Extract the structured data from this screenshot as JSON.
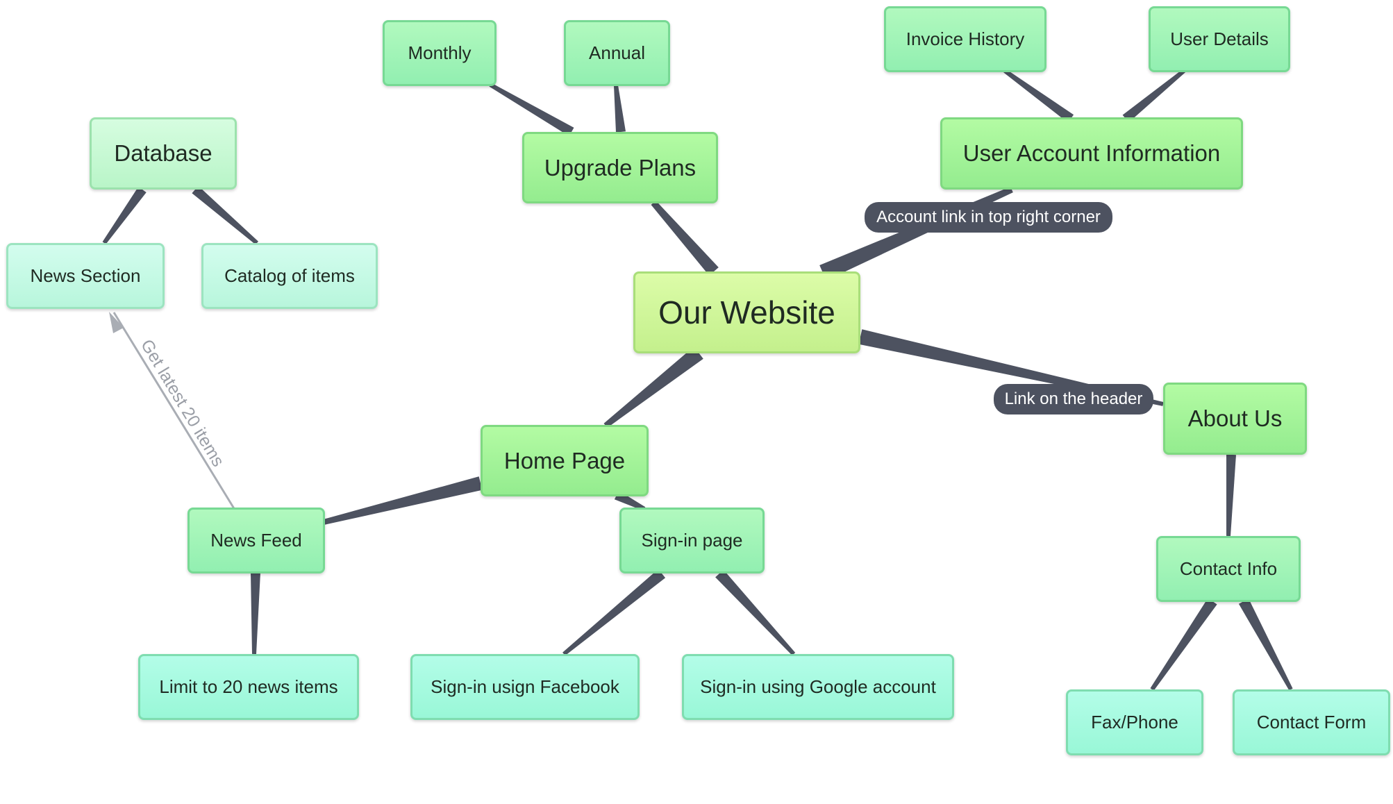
{
  "colors": {
    "connector": "#4d5260",
    "relation_arrow": "#a9adb4",
    "label_bg": "#4d5260",
    "root_fill": "#cdf596",
    "level1_fill": "#a2f398",
    "level2_fill": "#9ff3b6",
    "level3_fill": "#a2fadf"
  },
  "topics": {
    "root": "Our Website",
    "upgrade_plans": "Upgrade Plans",
    "monthly": "Monthly",
    "annual": "Annual",
    "user_account": "User Account Information",
    "invoice_history": "Invoice History",
    "user_details": "User Details",
    "home_page": "Home Page",
    "news_feed": "News Feed",
    "limit_news": "Limit to 20 news items",
    "signin_page": "Sign-in page",
    "signin_facebook": "Sign-in usign Facebook",
    "signin_google": "Sign-in using Google account",
    "about_us": "About Us",
    "contact_info": "Contact Info",
    "fax_phone": "Fax/Phone",
    "contact_form": "Contact Form",
    "database": "Database",
    "news_section": "News Section",
    "catalog": "Catalog of items"
  },
  "connector_labels": {
    "account_link": "Account link in top right corner",
    "header_link": "Link on the header"
  },
  "relationship_label": "Get latest 20 items"
}
